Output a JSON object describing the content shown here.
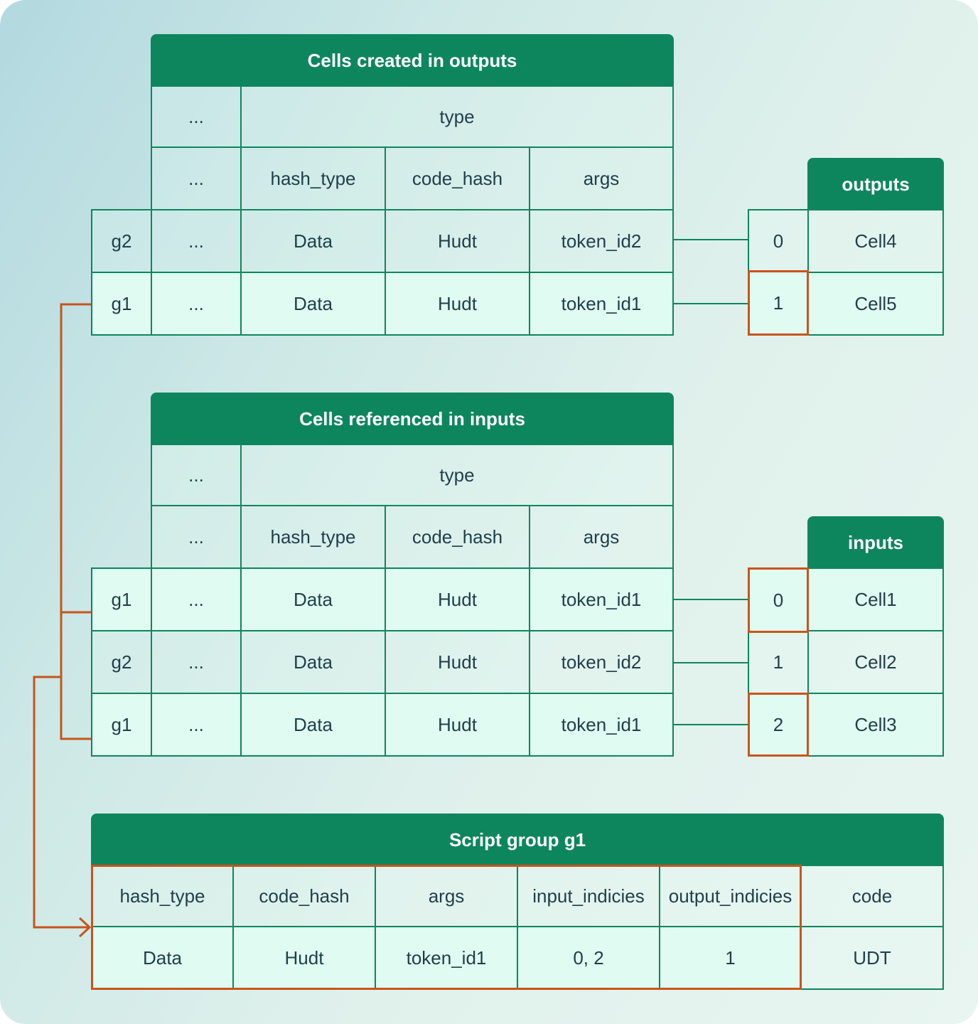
{
  "outputs_table": {
    "title": "Cells created in outputs",
    "ellipsis": "...",
    "type_label": "type",
    "columns": [
      "hash_type",
      "code_hash",
      "args"
    ],
    "rows": [
      {
        "group": "g2",
        "ellipsis": "...",
        "hash_type": "Data",
        "code_hash": "Hudt",
        "args": "token_id2"
      },
      {
        "group": "g1",
        "ellipsis": "...",
        "hash_type": "Data",
        "code_hash": "Hudt",
        "args": "token_id1"
      }
    ]
  },
  "outputs_list": {
    "title": "outputs",
    "items": [
      {
        "index": "0",
        "cell": "Cell4"
      },
      {
        "index": "1",
        "cell": "Cell5"
      }
    ]
  },
  "inputs_table": {
    "title": "Cells referenced in inputs",
    "ellipsis": "...",
    "type_label": "type",
    "columns": [
      "hash_type",
      "code_hash",
      "args"
    ],
    "rows": [
      {
        "group": "g1",
        "ellipsis": "...",
        "hash_type": "Data",
        "code_hash": "Hudt",
        "args": "token_id1"
      },
      {
        "group": "g2",
        "ellipsis": "...",
        "hash_type": "Data",
        "code_hash": "Hudt",
        "args": "token_id2"
      },
      {
        "group": "g1",
        "ellipsis": "...",
        "hash_type": "Data",
        "code_hash": "Hudt",
        "args": "token_id1"
      }
    ]
  },
  "inputs_list": {
    "title": "inputs",
    "items": [
      {
        "index": "0",
        "cell": "Cell1"
      },
      {
        "index": "1",
        "cell": "Cell2"
      },
      {
        "index": "2",
        "cell": "Cell3"
      }
    ]
  },
  "script_group": {
    "title": "Script group g1",
    "columns": [
      "hash_type",
      "code_hash",
      "args",
      "input_indicies",
      "output_indicies",
      "code"
    ],
    "values": [
      "Data",
      "Hudt",
      "token_id1",
      "0, 2",
      "1",
      "UDT"
    ]
  },
  "colors": {
    "header_green": "#0e865d",
    "highlight_orange": "#c8541c",
    "text": "#1f3f4a"
  }
}
